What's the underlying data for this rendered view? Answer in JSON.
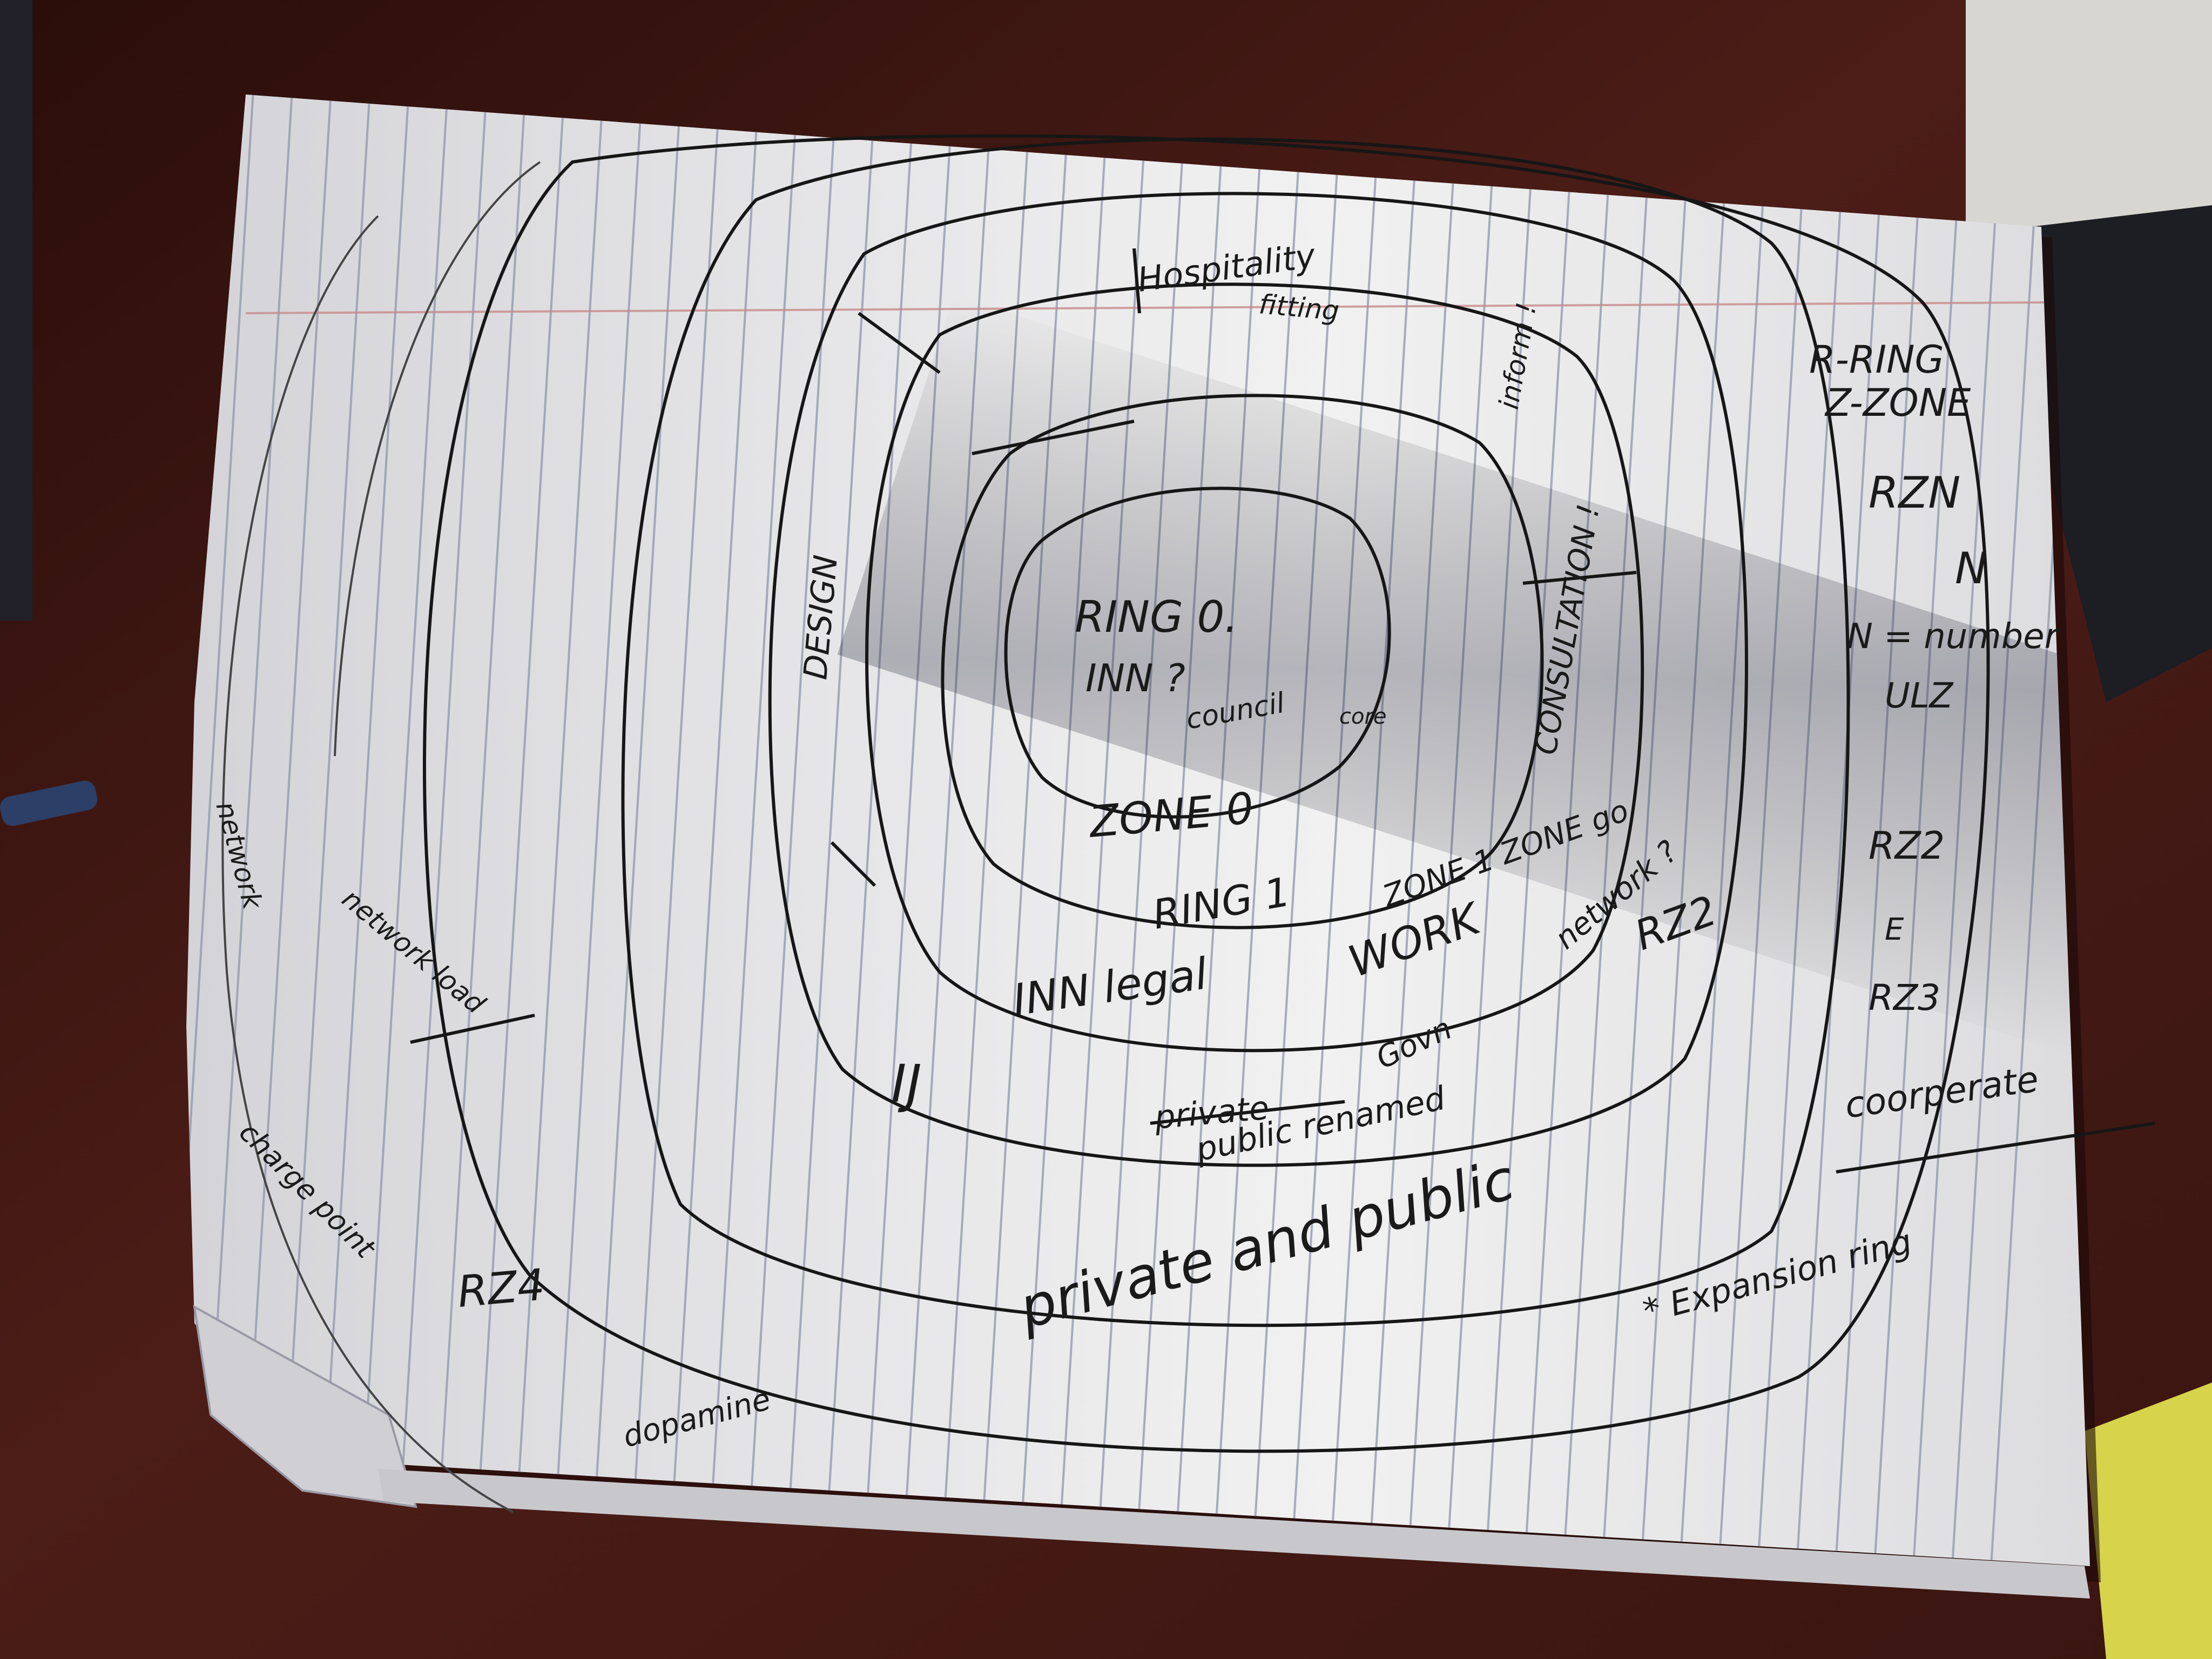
{
  "colors": {
    "table": "#4a1c16",
    "table_dark": "#2a0e0b",
    "paper": "#e9e9ea",
    "paper_shadow": "#9a9aa6",
    "rule_line": "#8f95a8",
    "margin_line": "#c98a8a",
    "ink": "#161616",
    "pencil": "#444444"
  },
  "center": {
    "ring0": "RING 0.",
    "inn_line": "INN ?",
    "council": "council",
    "core": "core",
    "zone0": "ZONE 0"
  },
  "ring1": {
    "label": "RING 1",
    "zone_note": "ZONE 1 ZONE go",
    "network": "network ?",
    "work": "WORK",
    "innlegal": "INN legal",
    "consultation": "CONSULTATION !"
  },
  "ring2": {
    "rz2": "RZ2",
    "ij": "IJ",
    "private_struck": "private",
    "public_renamed": "public renamed",
    "govn": "Govn",
    "design": "DESIGN"
  },
  "top_area": {
    "hospitality": "Hospitality",
    "fitting": "fitting",
    "inform": "inform !"
  },
  "outer": {
    "private_and_public": "private and public",
    "rz4": "RZ4",
    "dopamine": "dopamine",
    "expansion": "* Expansion ring",
    "network_outer": "network",
    "network_load": "network load",
    "charge_point": "charge point"
  },
  "legend": {
    "line1": "R-RING",
    "line2": "Z-ZONE",
    "line3": "RZN",
    "line4": "N",
    "line5": "N = number",
    "line6": "ULZ",
    "line7": "RZ2",
    "line8": "E",
    "line9": "RZ3",
    "line10": "coorperate"
  }
}
